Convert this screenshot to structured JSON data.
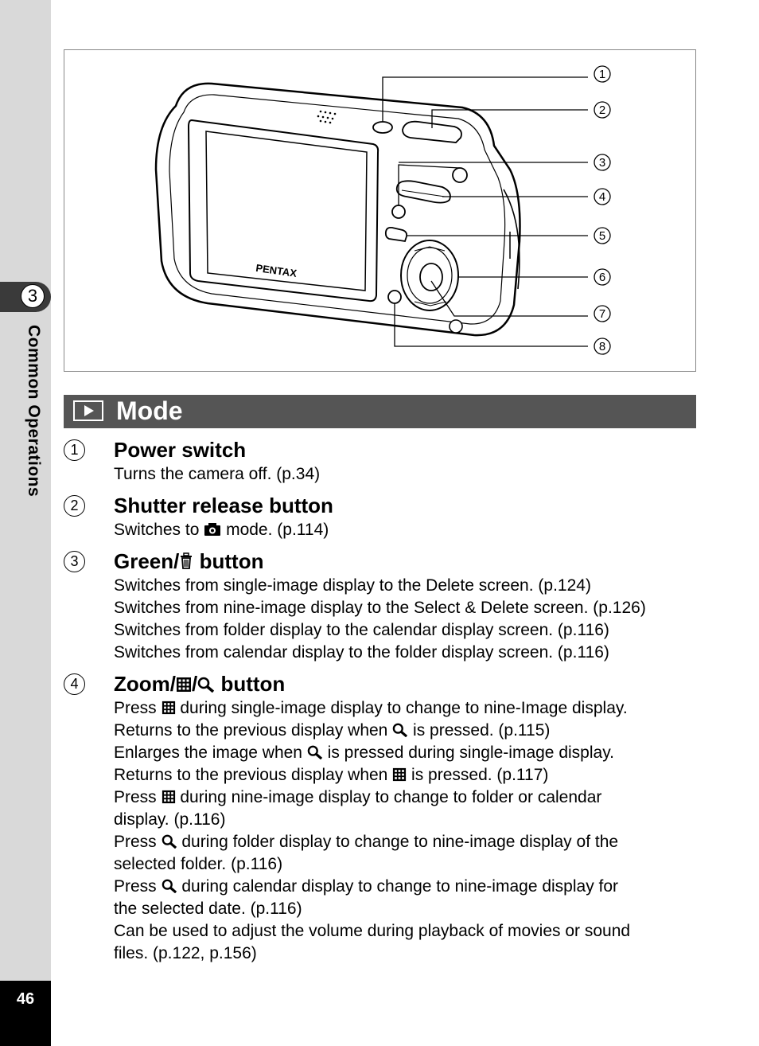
{
  "sidebar": {
    "chapter_number": "3",
    "chapter_title": "Common Operations",
    "page_number": "46"
  },
  "figure": {
    "brand": "PENTAX",
    "callouts": [
      "1",
      "2",
      "3",
      "4",
      "5",
      "6",
      "7",
      "8"
    ]
  },
  "section": {
    "icon": "playback-icon",
    "title": "Mode"
  },
  "items": [
    {
      "number": "1",
      "title": "Power switch",
      "lines": [
        "Turns the camera off. (p.34)"
      ]
    },
    {
      "number": "2",
      "title": "Shutter release button",
      "desc_prefix": "Switches to",
      "desc_icon": "camera-icon",
      "desc_suffix": "mode. (p.114)"
    },
    {
      "number": "3",
      "title_prefix": "Green/",
      "title_icon": "trash-icon",
      "title_suffix": "button",
      "lines": [
        "Switches from single-image display to the Delete screen. (p.124)",
        "Switches from nine-image display to the Select & Delete screen. (p.126)",
        "Switches from folder display to the calendar display screen. (p.116)",
        "Switches from calendar display to the folder display screen. (p.116)"
      ]
    },
    {
      "number": "4",
      "title_prefix": "Zoom/",
      "title_icons": [
        "grid-thumbnail-icon",
        "magnifier-icon"
      ],
      "title_suffix": "button",
      "parts": {
        "p1a": "Press",
        "p1b": "during single-image display to change to nine-Image display.",
        "p2a": "Returns to the previous display when",
        "p2b": "is pressed. (p.115)",
        "p3a": "Enlarges the image when",
        "p3b": "is pressed during single-image display.",
        "p4a": "Returns to the previous display when",
        "p4b": "is pressed. (p.117)",
        "p5a": "Press",
        "p5b": "during nine-image display to change to folder or calendar",
        "p5c": "display. (p.116)",
        "p6a": "Press",
        "p6b": "during folder display to change to nine-image display of the",
        "p6c": "selected folder. (p.116)",
        "p7a": "Press",
        "p7b": "during calendar display to change to nine-image display for",
        "p7c": "the selected date. (p.116)",
        "p8a": "Can be used to adjust the volume during playback of movies or sound",
        "p8b": "files. (p.122, p.156)"
      }
    }
  ]
}
